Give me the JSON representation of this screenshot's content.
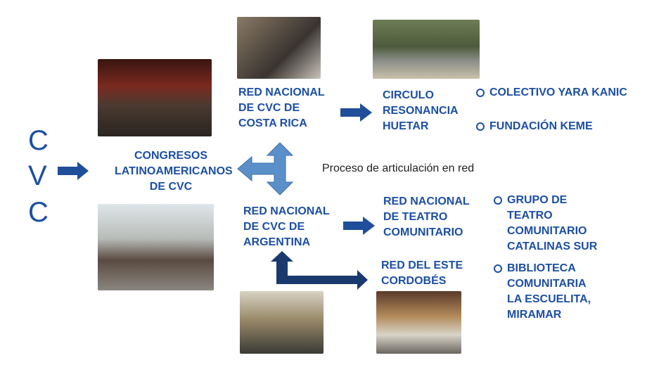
{
  "title_letters": [
    "C",
    "V",
    "C"
  ],
  "congresos": [
    "CONGRESOS",
    "LATINOAMERICANOS",
    "DE CVC"
  ],
  "costa_rica": [
    "RED NACIONAL",
    "DE CVC DE",
    "COSTA RICA"
  ],
  "circulo": [
    "CIRCULO",
    "RESONANCIA",
    "HUETAR"
  ],
  "cr_members": [
    "COLECTIVO YARA KANIC",
    "FUNDACIÓN KEME"
  ],
  "proceso": "Proceso de articulación en red",
  "argentina": [
    "RED NACIONAL",
    "DE CVC DE",
    "ARGENTINA"
  ],
  "teatro": [
    "RED NACIONAL",
    "DE TEATRO",
    "COMUNITARIO"
  ],
  "este": [
    "RED DEL ESTE",
    "CORDOBÉS"
  ],
  "grupo": [
    "GRUPO DE",
    "TEATRO",
    "COMUNITARIO",
    "CATALINAS SUR"
  ],
  "biblioteca": [
    "BIBLIOTECA",
    "COMUNITARIA",
    "LA ESCUELITA,",
    "MIRAMAR"
  ],
  "colors": {
    "text": "#1c4fa3",
    "arrow": "#1f4e9a",
    "cross": "#5b8fc9",
    "elbow": "#1a3a6e"
  }
}
